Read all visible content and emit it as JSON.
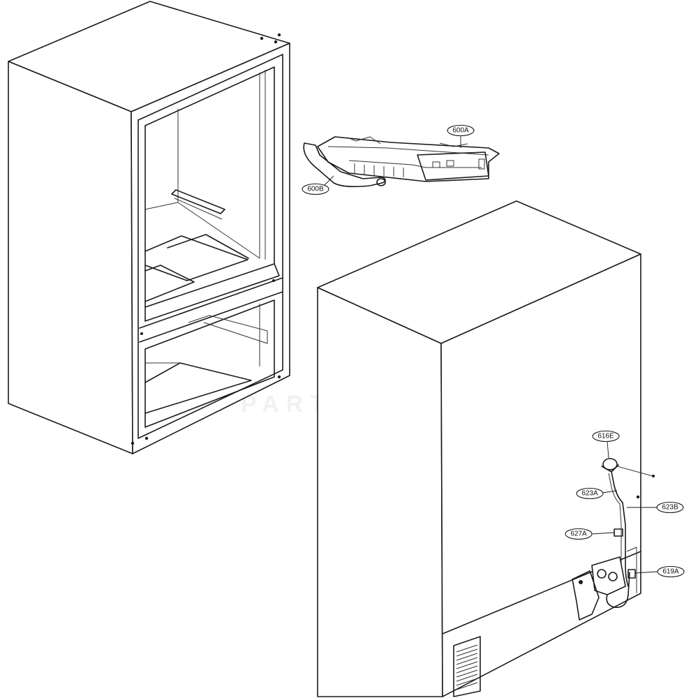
{
  "diagram": {
    "components": [
      {
        "id": "cabinet-inner",
        "name": "Inner cabinet liner"
      },
      {
        "id": "ice-maker",
        "name": "Ice maker assembly"
      },
      {
        "id": "cabinet-outer",
        "name": "Outer cabinet"
      },
      {
        "id": "water-valve",
        "name": "Water valve and tubing"
      }
    ],
    "callouts": [
      {
        "id": "600A",
        "label": "600A"
      },
      {
        "id": "600B",
        "label": "600B"
      },
      {
        "id": "616E",
        "label": "616E"
      },
      {
        "id": "623A",
        "label": "623A"
      },
      {
        "id": "623B",
        "label": "623B"
      },
      {
        "id": "627A",
        "label": "627A"
      },
      {
        "id": "619A",
        "label": "619A"
      }
    ],
    "watermark": "PARTS ADVENTURE"
  },
  "colors": {
    "line": "#1a1a1a",
    "background": "#ffffff"
  }
}
